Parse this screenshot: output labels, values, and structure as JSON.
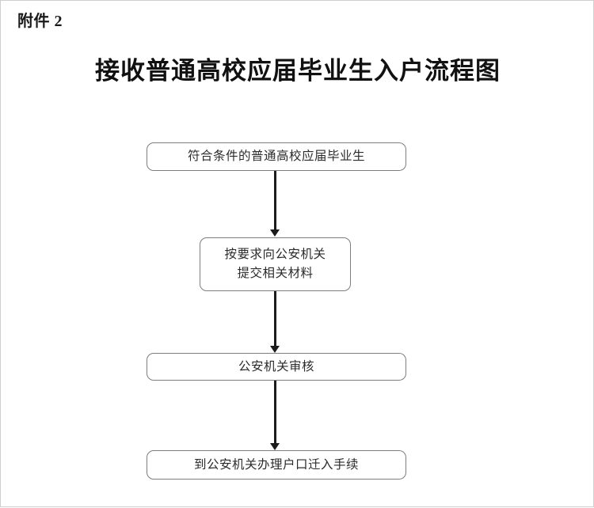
{
  "document": {
    "attachment_label": "附件 2",
    "title": "接收普通高校应届毕业生入户流程图"
  },
  "flowchart": {
    "type": "flowchart",
    "orientation": "top-to-bottom",
    "node_shape": "rounded-rectangle",
    "border_color": "#7d7d7d",
    "arrow_color": "#1c1c1c",
    "background_color": "#ffffff",
    "nodes": [
      {
        "id": "start",
        "label": "符合条件的普通高校应届毕业生",
        "lines": 1
      },
      {
        "id": "submit",
        "label": "按要求向公安机关\n提交相关材料",
        "lines": 2
      },
      {
        "id": "review",
        "label": "公安机关审核",
        "lines": 1
      },
      {
        "id": "finish",
        "label": "到公安机关办理户口迁入手续",
        "lines": 1
      }
    ],
    "edges": [
      {
        "id": "edge-1",
        "from": "start",
        "to": "submit",
        "label": ""
      },
      {
        "id": "edge-2",
        "from": "submit",
        "to": "review",
        "label": ""
      },
      {
        "id": "edge-3",
        "from": "review",
        "to": "finish",
        "label": ""
      }
    ]
  }
}
